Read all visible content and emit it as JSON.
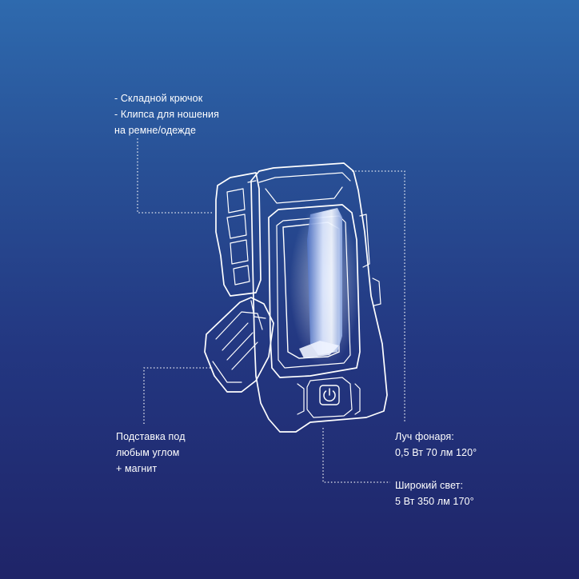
{
  "callouts": {
    "hook": {
      "line1": "- Складной крючок",
      "line2": "- Клипса для ношения",
      "line3": "на ремне/одежде"
    },
    "stand": {
      "line1": "Подставка под",
      "line2": "любым углом",
      "line3": "+ магнит"
    },
    "beam": {
      "line1": "Луч фонаря:",
      "line2": "0,5 Вт 70 лм 120°"
    },
    "wide": {
      "line1": "Широкий свет:",
      "line2": "5 Вт 350 лм 170°"
    }
  },
  "icons": {
    "power": "power-button-icon"
  },
  "colors": {
    "background_top": "#2e6aae",
    "background_bottom": "#1f2468",
    "line": "#ffffff",
    "led_glow": "#dfe9ff"
  }
}
